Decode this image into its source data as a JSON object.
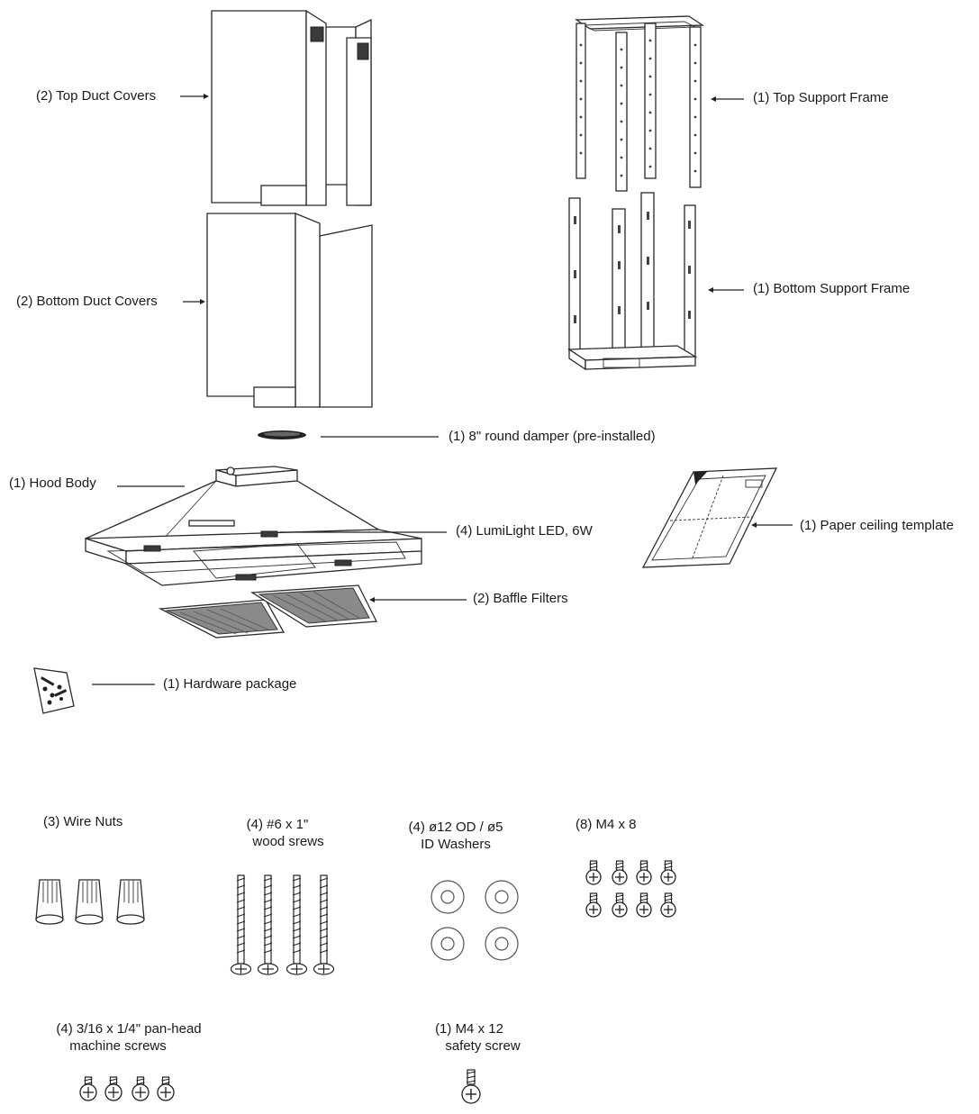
{
  "diagram": {
    "parts": {
      "top_duct_covers": "(2) Top Duct Covers",
      "bottom_duct_covers": "(2) Bottom Duct Covers",
      "top_support_frame": "(1) Top Support Frame",
      "bottom_support_frame": "(1) Bottom Support Frame",
      "damper": "(1)  8\" round damper (pre-installed)",
      "hood_body": "(1) Hood Body",
      "led": "(4) LumiLight LED, 6W",
      "paper_template": "(1) Paper ceiling template",
      "baffle_filters": "(2) Baffle Filters",
      "hardware_package": "(1) Hardware package"
    },
    "hardware": {
      "wire_nuts": "(3) Wire Nuts",
      "wood_screws_line1": "(4) #6 x 1\"",
      "wood_screws_line2": "wood srews",
      "washers_line1": "(4) ø12 OD / ø5",
      "washers_line2": "ID Washers",
      "m4x8": "(8) M4 x 8",
      "machine_screws_line1": "(4) 3/16 x 1/4\" pan-head",
      "machine_screws_line2": "machine screws",
      "safety_screw_line1": "(1) M4 x 12",
      "safety_screw_line2": "safety screw"
    },
    "icons": [
      "duct-cover",
      "support-frame",
      "damper",
      "hood-body",
      "baffle-filter",
      "paper-template",
      "hardware-bag",
      "wire-nut",
      "wood-screw",
      "washer",
      "m4-screw",
      "machine-screw",
      "safety-screw"
    ]
  }
}
